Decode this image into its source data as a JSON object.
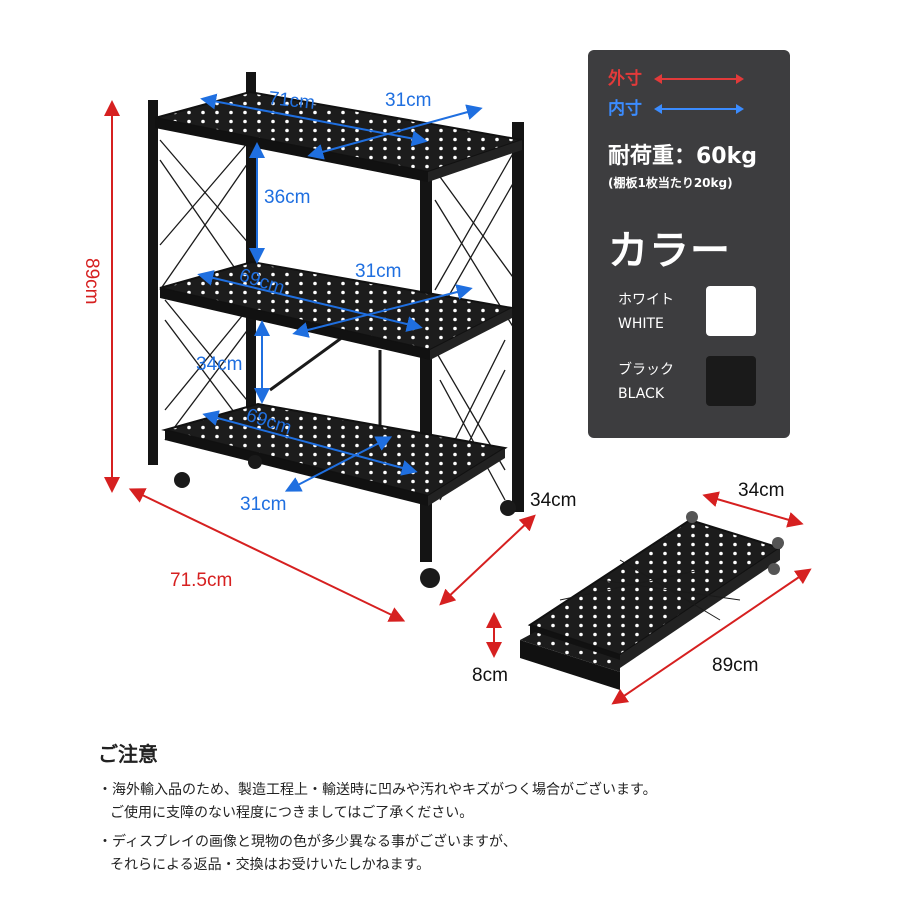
{
  "dimensions": {
    "outer_height": "89cm",
    "outer_width": "71.5cm",
    "outer_depth": "34cm",
    "top_width_inner": "71cm",
    "top_depth_inner": "31cm",
    "upper_gap": "36cm",
    "middle_width_inner": "69cm",
    "middle_depth_inner": "31cm",
    "lower_gap": "34cm",
    "bottom_width_inner": "69cm",
    "bottom_depth_inner": "31cm",
    "folded_depth": "34cm",
    "folded_height": "8cm",
    "folded_length": "89cm"
  },
  "spec_panel": {
    "outer_label": "外寸",
    "inner_label": "内寸",
    "load_main": "耐荷重：60kg",
    "load_sub": "(棚板1枚当たり20kg)",
    "color_heading": "カラー",
    "white_label_ja": "ホワイト",
    "white_label_en": "WHITE",
    "black_label_ja": "ブラック",
    "black_label_en": "BLACK"
  },
  "notes": {
    "title": "ご注意",
    "items": [
      {
        "line1": "・海外輸入品のため、製造工程上・輸送時に凹みや汚れやキズがつく場合がございます。",
        "line2": "ご使用に支障のない程度につきましてはご了承ください。"
      },
      {
        "line1": "・ディスプレイの画像と現物の色が多少異なる事がございますが、",
        "line2": "それらによる返品・交換はお受けいたしかねます。"
      }
    ]
  },
  "colors": {
    "outer_dim": "#d62020",
    "inner_dim": "#1f6fe0",
    "panel_bg": "#3d3d3f",
    "white_swatch": "#ffffff",
    "black_swatch": "#1a1a1a"
  }
}
